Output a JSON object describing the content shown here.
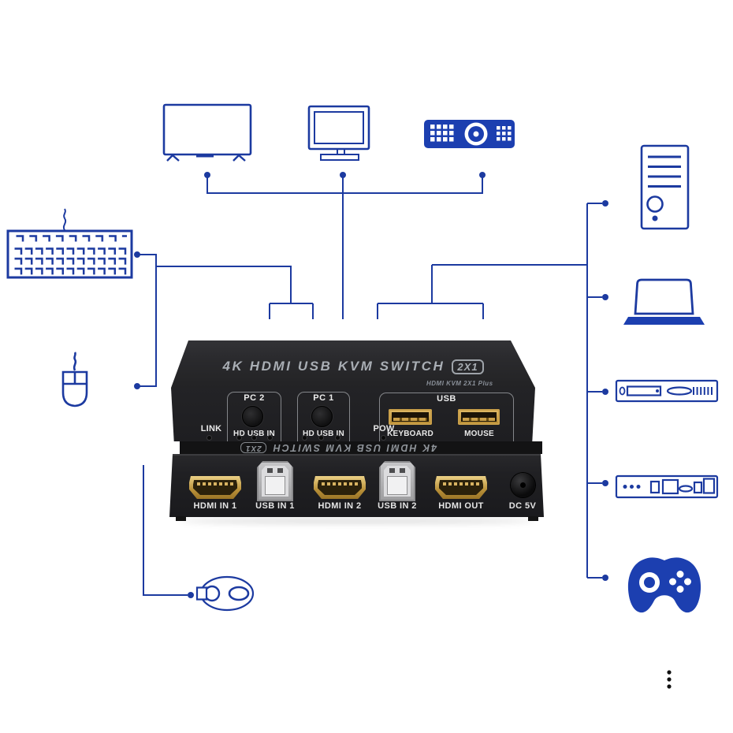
{
  "colors": {
    "diagram_line_blue": "#1c3aa0",
    "diagram_fill_blue": "#1c3fb0",
    "device_body_black": "#222225",
    "port_gold": "#c89b3c"
  },
  "kvm": {
    "title": "4K HDMI USB KVM SWITCH",
    "title_badge": "2X1",
    "model": "HDMI KVM 2X1 Plus",
    "front": {
      "link_label": "LINK",
      "pc2_label": "PC 2",
      "pc1_label": "PC 1",
      "hd_usb_in_label": "HD USB IN",
      "pow_label": "POW",
      "usb_label": "USB",
      "keyboard_label": "KEYBOARD",
      "mouse_label": "MOUSE"
    },
    "rear": {
      "ports": [
        "HDMI IN 1",
        "USB IN 1",
        "HDMI IN 2",
        "USB IN 2",
        "HDMI OUT",
        "DC 5V"
      ]
    }
  },
  "icons": {
    "top_outputs": [
      "tv-icon",
      "monitor-icon",
      "projector-icon"
    ],
    "left_inputs": [
      "keyboard-icon",
      "mouse-icon",
      "usb-receiver-icon"
    ],
    "right_sources": [
      "desktop-pc-icon",
      "laptop-icon",
      "dvd-player-icon",
      "set-top-box-icon",
      "game-controller-icon"
    ],
    "misc": [
      "vertical-ellipsis-icon"
    ]
  }
}
